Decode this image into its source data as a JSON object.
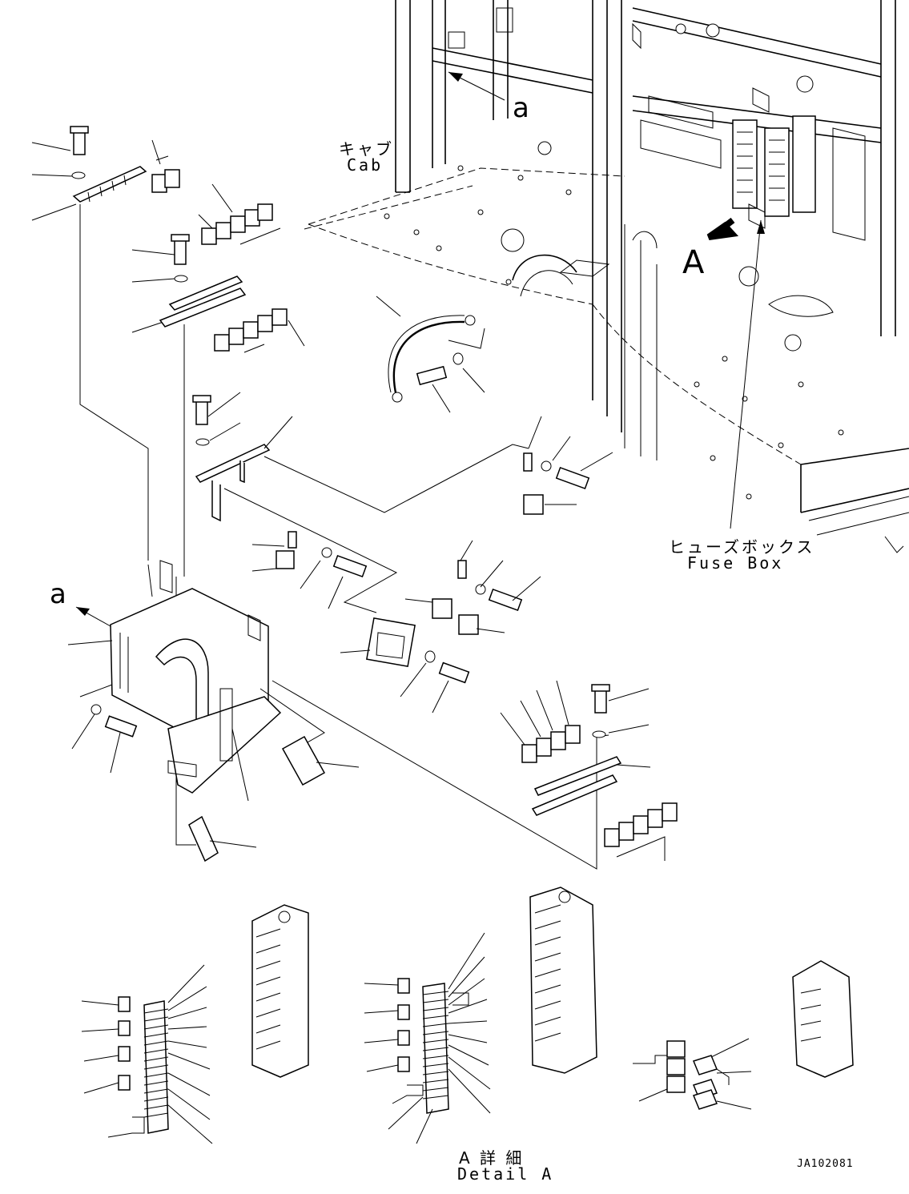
{
  "labels": {
    "cab_jp": "キャブ",
    "cab_en": "Cab",
    "fuse_box_jp": "ヒューズボックス",
    "fuse_box_en": "Fuse Box",
    "view_a": "A",
    "ref_a_top": "a",
    "ref_a_left": "a",
    "detail_jp": "A 詳 細",
    "detail_en": "Detail A",
    "drawing_code": "JA102081"
  }
}
